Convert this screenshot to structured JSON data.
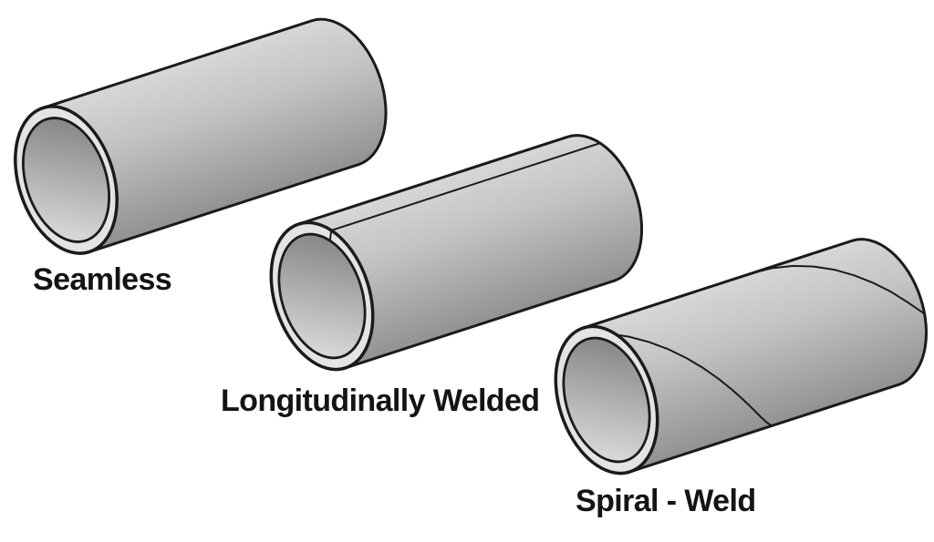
{
  "figure": {
    "description": "Diagram of three steel pipe types shown as shaded 3D cylinders"
  },
  "pipes": [
    {
      "id": "seamless",
      "label": "Seamless",
      "seam": "none"
    },
    {
      "id": "longitudinally-welded",
      "label": "Longitudinally Welded",
      "seam": "longitudinal"
    },
    {
      "id": "spiral-weld",
      "label": "Spiral - Weld",
      "seam": "spiral"
    }
  ],
  "colors": {
    "background": "#ffffff",
    "outline": "#1b1b1b",
    "body_top": "#d7d7d7",
    "body_mid": "#c3c3c3",
    "body_bottom": "#929292",
    "wall_ring": "#e4e4e4",
    "bore_light": "#d8d8d8",
    "bore_dark": "#858585",
    "label_color": "#141414"
  }
}
